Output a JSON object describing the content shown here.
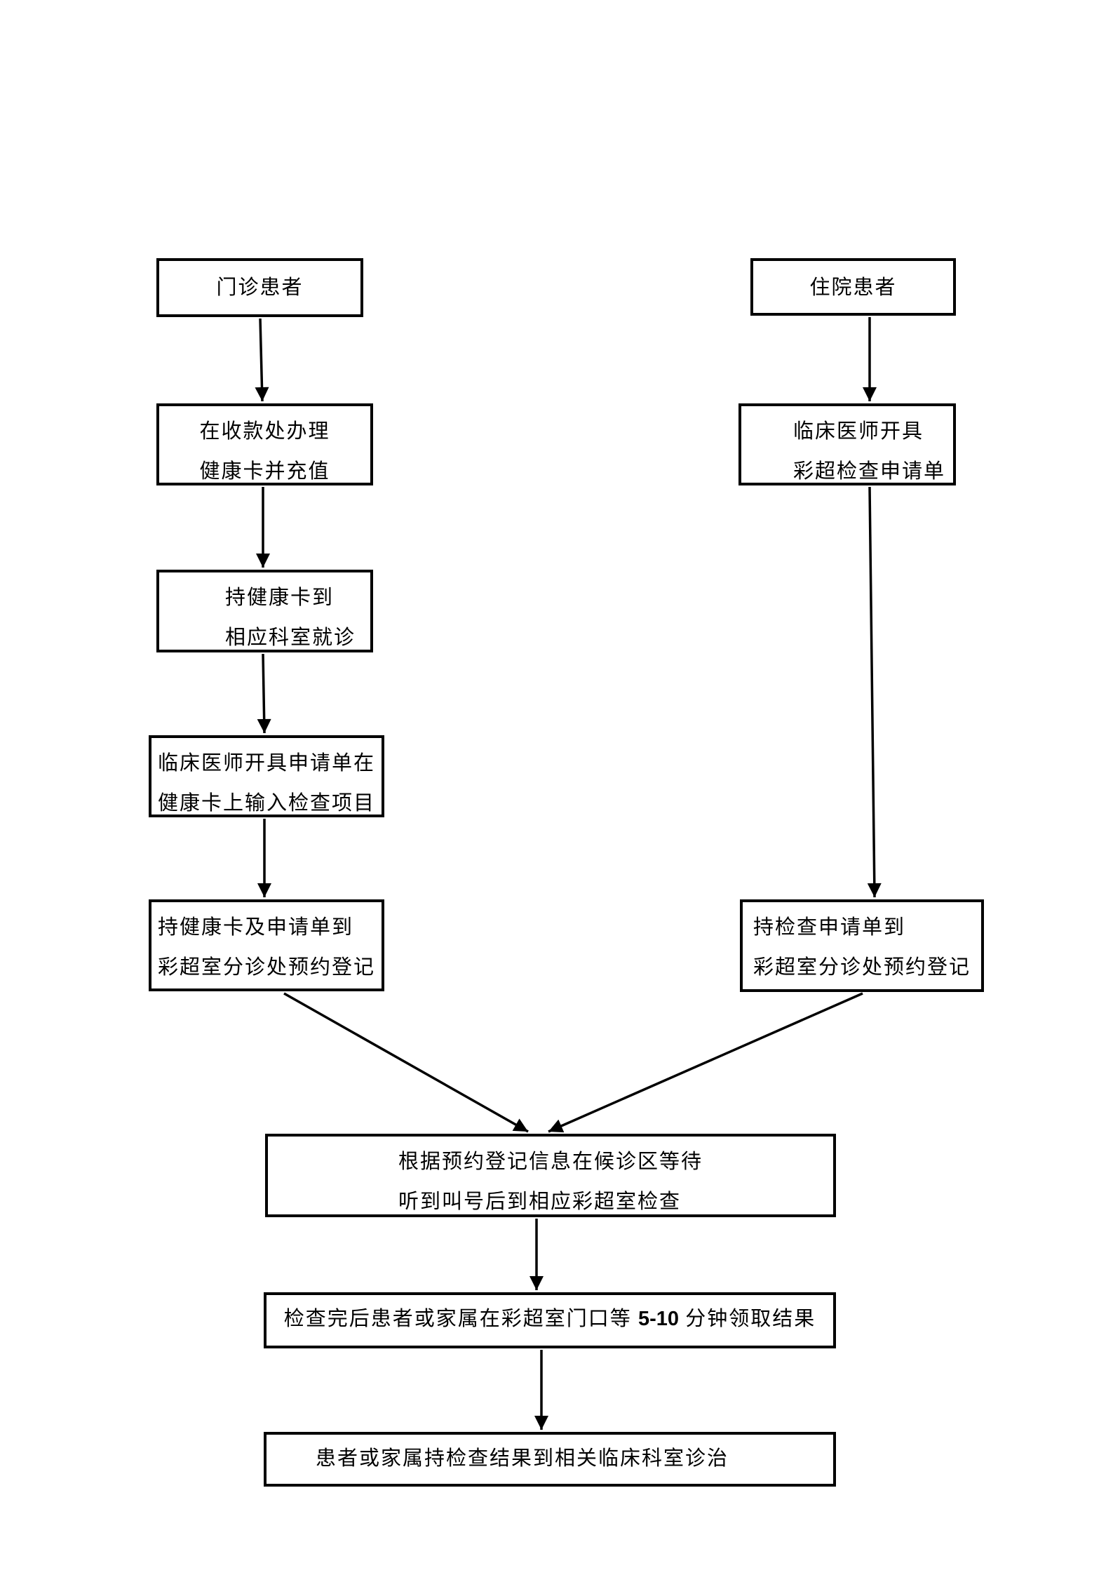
{
  "page": {
    "background_color": "#ffffff",
    "ink_color": "#000000",
    "kind": "flowchart"
  },
  "flowchart": {
    "nodes": {
      "outpatient": {
        "line1": "门诊患者"
      },
      "pay_card": {
        "line1": "在收款处办理",
        "line2": "健康卡并充值"
      },
      "visit_dept": {
        "line1": "持健康卡到",
        "line2": "相应科室就诊"
      },
      "order_out": {
        "line1": "临床医师开具申请单在",
        "line2": "健康卡上输入检查项目"
      },
      "register_out": {
        "line1": "持健康卡及申请单到",
        "line2": "彩超室分诊处预约登记"
      },
      "inpatient": {
        "line1": "住院患者"
      },
      "order_in": {
        "line1": "临床医师开具",
        "line2": "彩超检查申请单"
      },
      "register_in": {
        "line1": "持检查申请单到",
        "line2": "彩超室分诊处预约登记"
      },
      "wait_exam": {
        "line1": "根据预约登记信息在候诊区等待",
        "line2": "听到叫号后到相应彩超室检查"
      },
      "get_result": {
        "prefix": "检查完后患者或家属在彩超室门口等 ",
        "number": "5-10",
        "suffix": " 分钟领取结果"
      },
      "treatment": {
        "line1": "患者或家属持检查结果到相关临床科室诊治"
      }
    }
  }
}
